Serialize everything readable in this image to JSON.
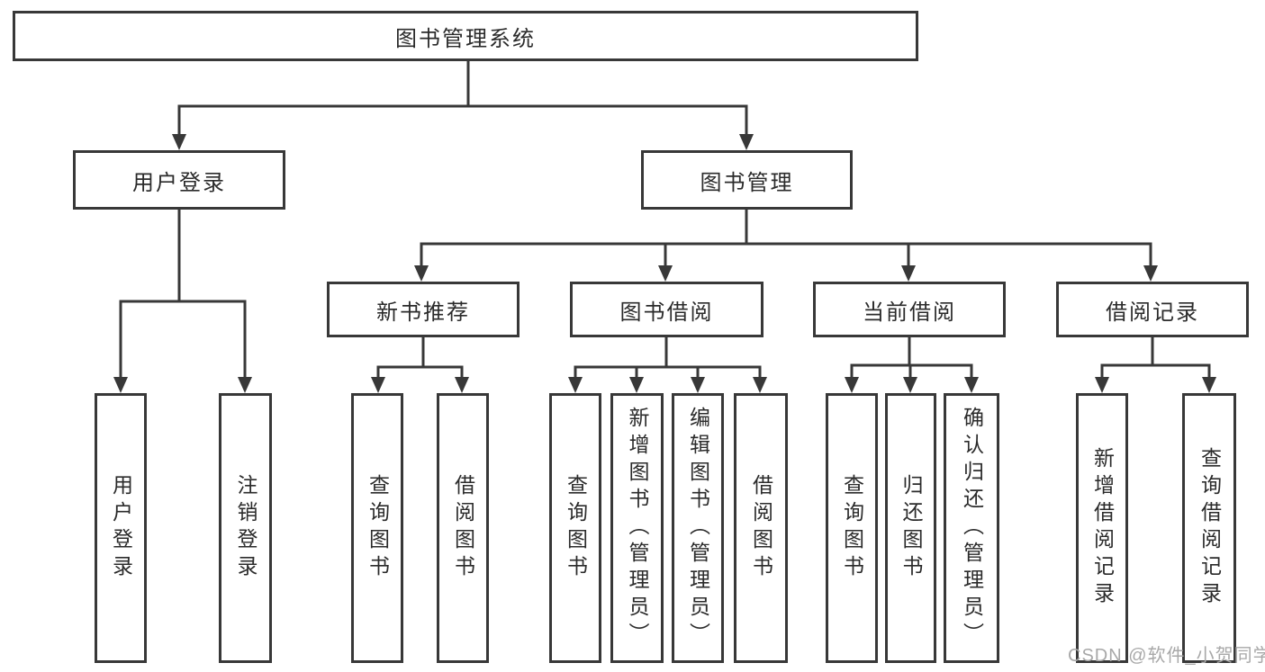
{
  "tree": {
    "label": "图书管理系统",
    "children": [
      {
        "label": "用户登录",
        "children": [
          {
            "label": "用户登录"
          },
          {
            "label": "注销登录"
          }
        ]
      },
      {
        "label": "图书管理",
        "children": [
          {
            "label": "新书推荐",
            "children": [
              {
                "label": "查询图书"
              },
              {
                "label": "借阅图书"
              }
            ]
          },
          {
            "label": "图书借阅",
            "children": [
              {
                "label": "查询图书"
              },
              {
                "label": "新增图书（管理员）"
              },
              {
                "label": "编辑图书（管理员）"
              },
              {
                "label": "借阅图书"
              }
            ]
          },
          {
            "label": "当前借阅",
            "children": [
              {
                "label": "查询图书"
              },
              {
                "label": "归还图书"
              },
              {
                "label": "确认归还（管理员）"
              }
            ]
          },
          {
            "label": "借阅记录",
            "children": [
              {
                "label": "新增借阅记录"
              },
              {
                "label": "查询借阅记录"
              }
            ]
          }
        ]
      }
    ]
  },
  "watermark": "CSDN @软件_小贺同学",
  "colors": {
    "line": "#383838",
    "text": "#2b2b2b",
    "background": "#ffffff",
    "watermark": "#a8a8a8"
  }
}
